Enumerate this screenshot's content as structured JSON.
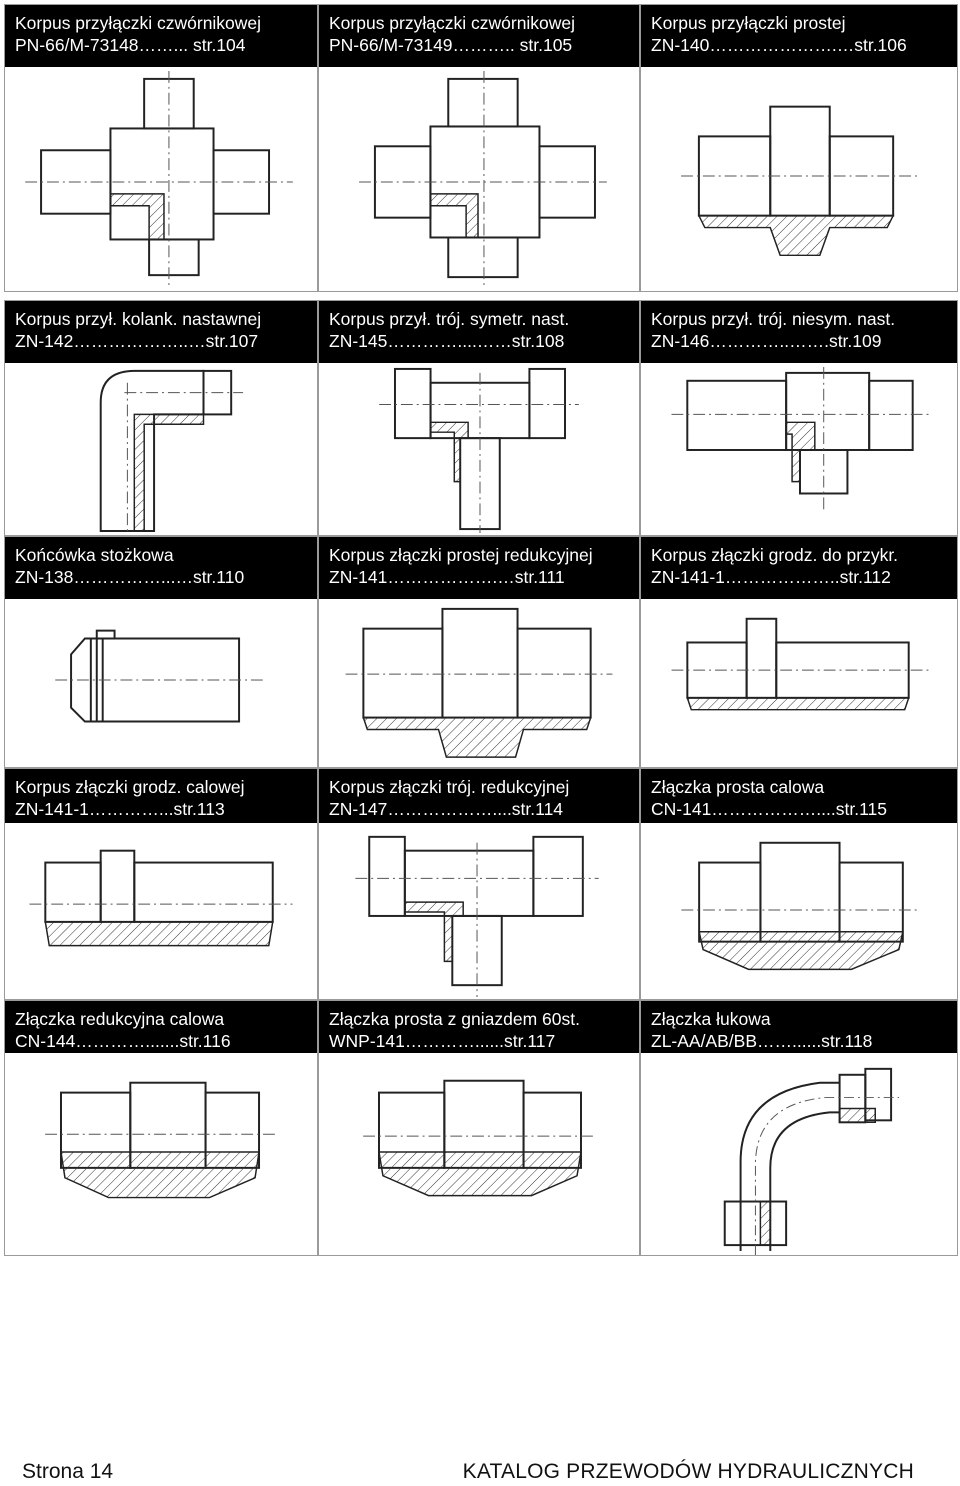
{
  "items": [
    {
      "title": "Korpus przyłączki czwórnikowej",
      "ref": "PN-66/M-73148……... str.104",
      "icon": "cross-fitting-drawing"
    },
    {
      "title": "Korpus przyłączki czwórnikowej",
      "ref": "PN-66/M-73149……….. str.105",
      "icon": "cross-fitting-symmetric-drawing"
    },
    {
      "title": "Korpus przyłączki prostej",
      "ref": "ZN-140………………….…str.106",
      "icon": "straight-fitting-drawing"
    },
    {
      "title": "Korpus przył. kolank. nastawnej",
      "ref": "ZN-142………………..…str.107",
      "icon": "elbow-fitting-drawing"
    },
    {
      "title": "Korpus przył. trój. symetr. nast.",
      "ref": "ZN-145…………....……str.108",
      "icon": "tee-symmetric-drawing"
    },
    {
      "title": "Korpus przył. trój. niesym. nast.",
      "ref": "ZN-146…………..…….str.109",
      "icon": "tee-asymmetric-drawing"
    },
    {
      "title": "Końcówka stożkowa",
      "ref": "ZN-138……………...…str.110",
      "icon": "cone-nipple-drawing"
    },
    {
      "title": "Korpus złączki prostej redukcyjnej",
      "ref": "ZN-141……………….…str.111",
      "icon": "reducing-union-drawing"
    },
    {
      "title": "Korpus złączki grodz. do przykr.",
      "ref": "ZN-141-1………………..str.112",
      "icon": "bulkhead-union-drawing"
    },
    {
      "title": "Korpus złączki grodz. calowej",
      "ref": "ZN-141-1…………...str.113",
      "icon": "bulkhead-inch-drawing"
    },
    {
      "title": "Korpus złączki trój. redukcyjnej",
      "ref": "ZN-147………………....str.114",
      "icon": "reducing-tee-drawing"
    },
    {
      "title": "Złączka prosta calowa",
      "ref": "CN-141………………....str.115",
      "icon": "inch-union-drawing"
    },
    {
      "title": "Złączka redukcyjna  calowa",
      "ref": "CN-144………….......str.116",
      "icon": "reducing-inch-union-drawing"
    },
    {
      "title": "Złączka prosta z gniazdem 60st.",
      "ref": "WNP-141…………......str.117",
      "icon": "union-60deg-seat-drawing"
    },
    {
      "title": "Złączka łukowa",
      "ref": "ZL-AA/AB/BB……......str.118",
      "icon": "bent-union-drawing"
    }
  ],
  "footer": {
    "page": "Strona 14",
    "catalog": "KATALOG PRZEWODÓW HYDRAULICZNYCH"
  }
}
